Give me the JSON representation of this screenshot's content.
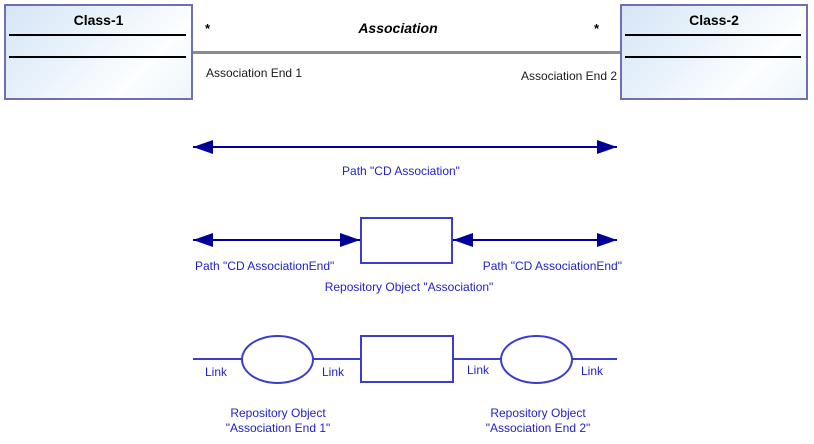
{
  "uml_row": {
    "class1_title": "Class-1",
    "class2_title": "Class-2",
    "association_name": "Association",
    "multiplicity_left": "*",
    "multiplicity_right": "*",
    "association_end_1": "Association End 1",
    "association_end_2": "Association End 2"
  },
  "path_row": {
    "label": "Path \"CD Association\""
  },
  "repository_row": {
    "path_left": "Path \"CD AssociationEnd\"",
    "path_right": "Path \"CD AssociationEnd\"",
    "object_label": "Repository Object \"Association\""
  },
  "link_row": {
    "links": [
      "Link",
      "Link",
      "Link",
      "Link"
    ],
    "repo1": {
      "line1": "Repository Object",
      "line2": "\"Association End 1\""
    },
    "repo2": {
      "line1": "Repository Object",
      "line2": "\"Association End 2\""
    }
  },
  "colors": {
    "arrow_navy": "#000099",
    "shape_blue": "#3d3dcc",
    "label_blue": "#2222cc",
    "association_line_gray": "#8c8c8c",
    "class_border": "#6f6fb2",
    "class_fill": "#d7e6f6"
  }
}
